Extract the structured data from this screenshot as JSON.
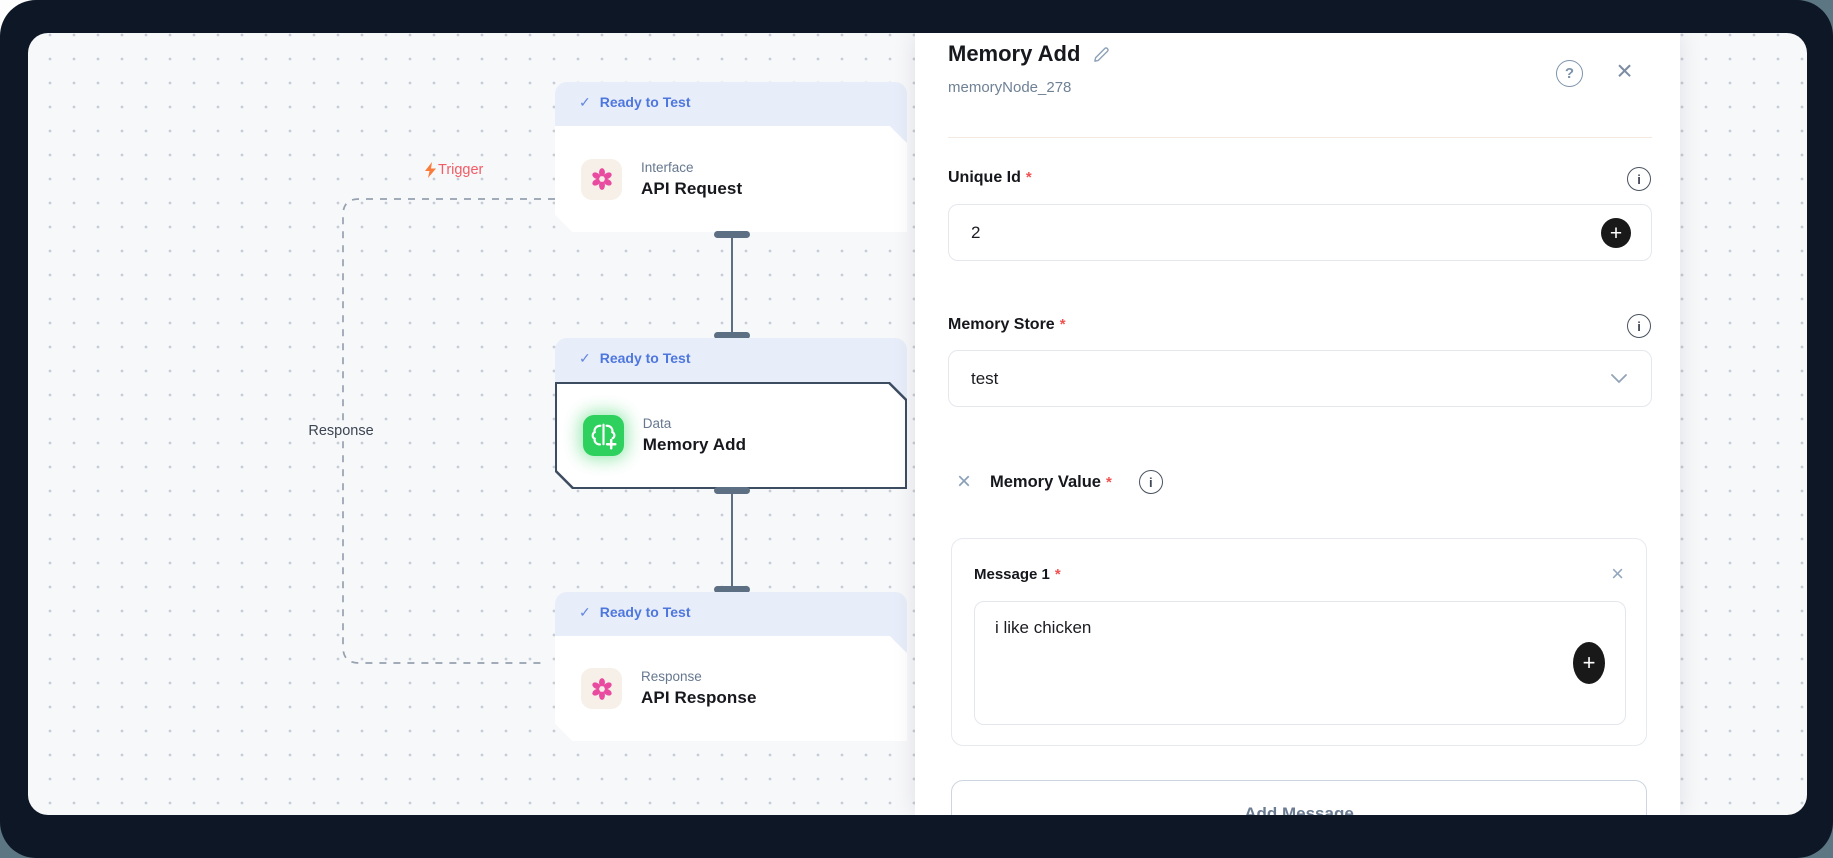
{
  "icons": {
    "check": "✓",
    "close": "×",
    "plus": "+",
    "help": "?",
    "info": "i",
    "required": "*"
  },
  "canvas": {
    "edges": {
      "trigger_label": "Trigger",
      "response_label": "Response"
    },
    "nodes": [
      {
        "status": "Ready to Test",
        "category": "Interface",
        "title": "API Request",
        "icon": "api-flower-icon",
        "selected": false
      },
      {
        "status": "Ready to Test",
        "category": "Data",
        "title": "Memory Add",
        "icon": "memory-brain-icon",
        "selected": true
      },
      {
        "status": "Ready to Test",
        "category": "Response",
        "title": "API Response",
        "icon": "api-flower-icon",
        "selected": false
      }
    ]
  },
  "panel": {
    "title": "Memory Add",
    "node_id": "memoryNode_278",
    "fields": {
      "unique_id": {
        "label": "Unique Id",
        "required": true,
        "value": "2"
      },
      "memory_store": {
        "label": "Memory Store",
        "required": true,
        "value": "test"
      },
      "memory_value": {
        "label": "Memory Value",
        "required": true
      }
    },
    "messages": [
      {
        "label": "Message 1",
        "required": true,
        "value": "i like chicken"
      }
    ],
    "add_message_label": "Add Message"
  },
  "colors": {
    "accent_blue": "#4e77de",
    "badge_bg": "#e8edfa",
    "trigger_red": "#f25c66",
    "node_green": "#2ed05e",
    "node_pink": "#e94ba0",
    "frame_dark": "#0e1726",
    "required_red": "#f05151"
  }
}
